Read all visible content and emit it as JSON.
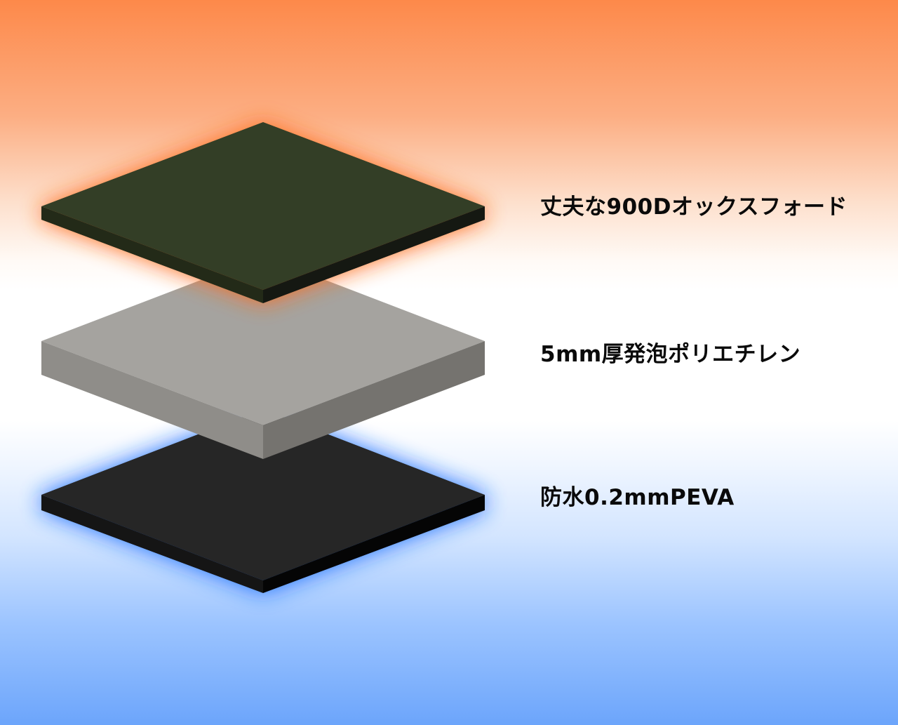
{
  "layers": [
    {
      "label": "丈夫な900Dオックスフォード",
      "top_color": "#333e26",
      "left_side_color": "#232a18",
      "right_side_color": "#151812",
      "glow_color": "#ff6a1a"
    },
    {
      "label": "5mm厚発泡ポリエチレン",
      "top_color": "#a5a39f",
      "left_side_color": "#8f8d89",
      "right_side_color": "#75736f",
      "glow_color": ""
    },
    {
      "label": "防水0.2mmPEVA",
      "top_color": "#262626",
      "left_side_color": "#151515",
      "right_side_color": "#050505",
      "glow_color": "#1a6dff"
    }
  ]
}
